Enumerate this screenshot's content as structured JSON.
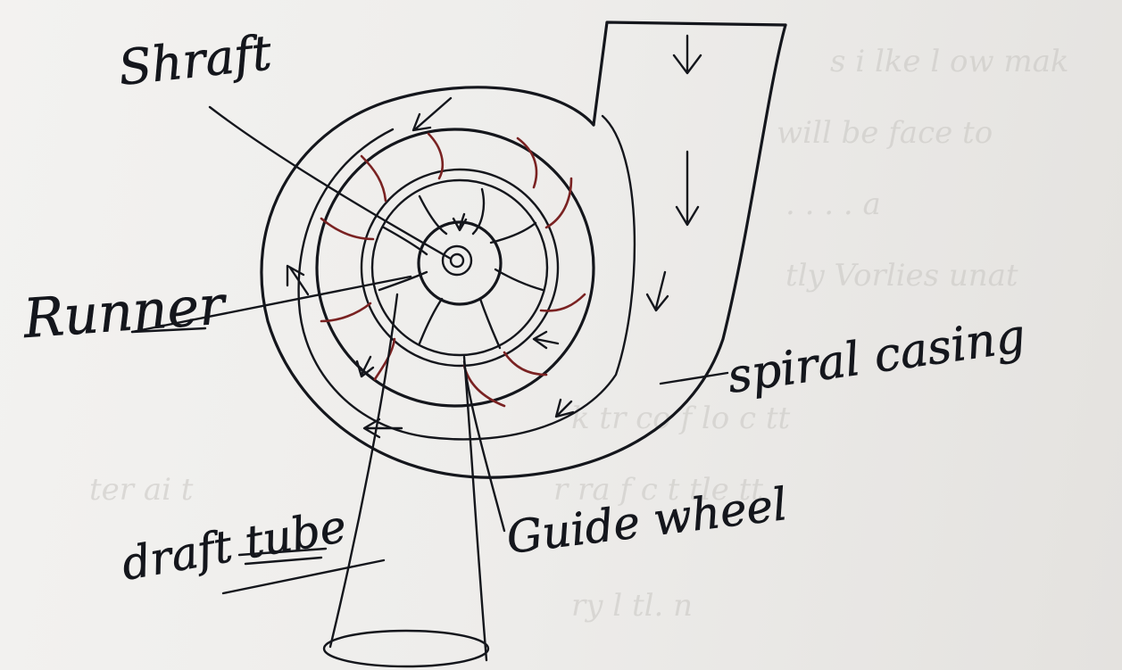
{
  "labels": {
    "shaft": "Shraft",
    "runner": "Runner",
    "spiral_casing": "spiral casing",
    "draft_tube": "draft tube",
    "guide_wheel": "Guide wheel"
  },
  "colors": {
    "ink": "#14161c",
    "red_ink": "#7a2222",
    "paper": "#eeedeb"
  }
}
